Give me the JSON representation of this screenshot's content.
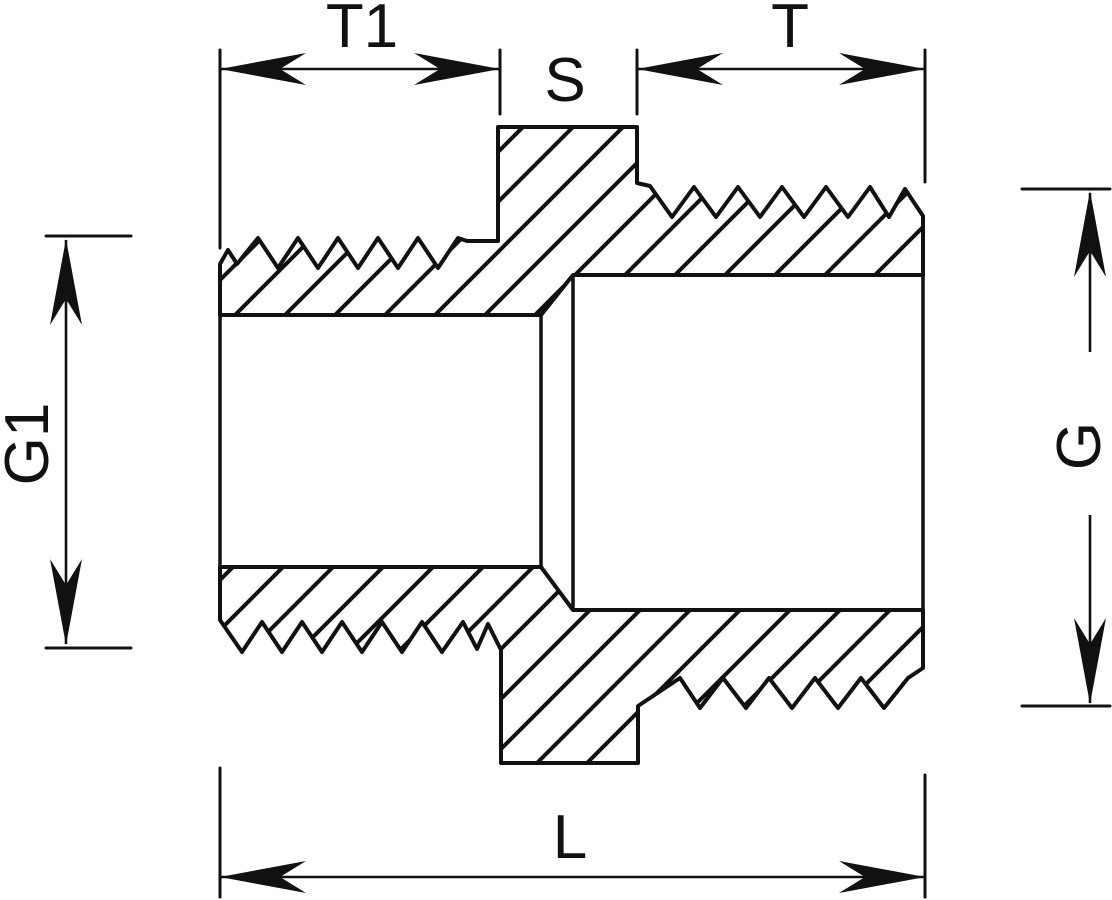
{
  "drawing": {
    "background_color": "#ffffff",
    "line_color": "#111111"
  },
  "labels": {
    "t1": "T1",
    "s": "S",
    "t": "T",
    "g1": "G1",
    "g": "G",
    "l": "L"
  }
}
